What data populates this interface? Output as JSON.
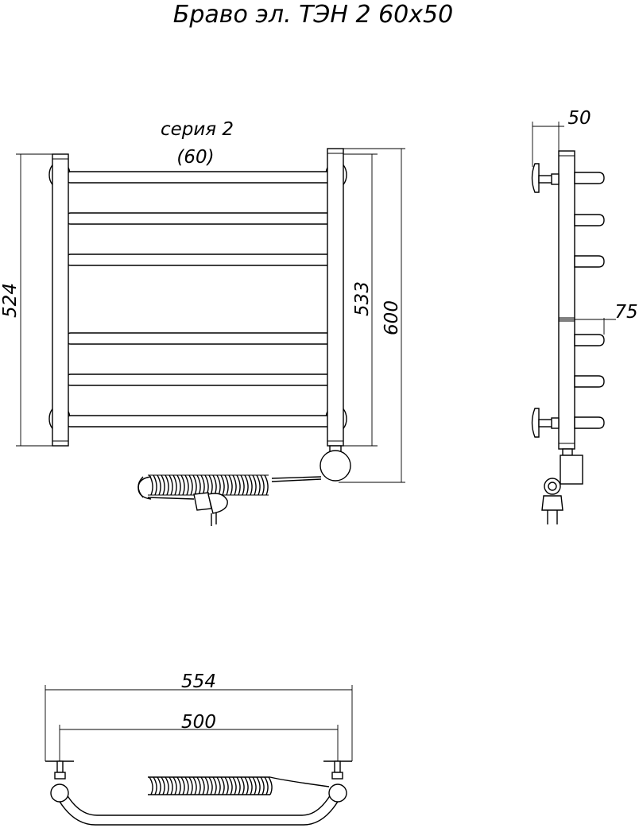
{
  "title": "Браво эл. ТЭН 2 60x50",
  "series_label": "серия 2",
  "series_width": "(60)",
  "dimensions": {
    "outer_height": "524",
    "center_height": "533",
    "total_height": "600",
    "wall_offset": "50",
    "rung_depth": "75",
    "overall_width": "554",
    "center_width": "500"
  }
}
